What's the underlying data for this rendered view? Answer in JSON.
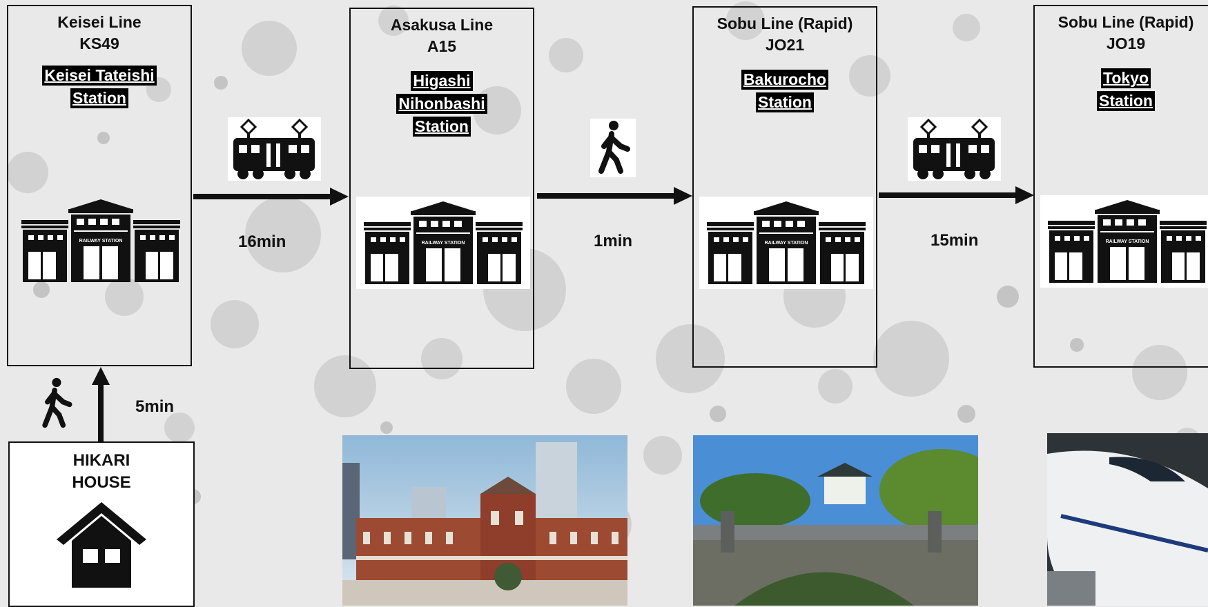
{
  "origin": {
    "name_line1": "HIKARI",
    "name_line2": "HOUSE",
    "walk_time": "5min"
  },
  "stations": [
    {
      "line_name": "Keisei Line",
      "code": "KS49",
      "station_lines": [
        "Keisei Tateishi",
        "Station"
      ],
      "building_label": "RAILWAY STATION"
    },
    {
      "line_name": "Asakusa Line",
      "code": "A15",
      "station_lines": [
        "Higashi",
        "Nihonbashi",
        "Station"
      ],
      "building_label": "RAILWAY STATION"
    },
    {
      "line_name": "Sobu Line (Rapid)",
      "code": "JO21",
      "station_lines": [
        "Bakurocho",
        "Station"
      ],
      "building_label": "RAILWAY STATION"
    },
    {
      "line_name": "Sobu Line (Rapid)",
      "code": "JO19",
      "station_lines": [
        "Tokyo",
        "Station"
      ],
      "building_label": "RAILWAY STATION"
    }
  ],
  "legs": [
    {
      "mode": "train-icon",
      "duration": "16min"
    },
    {
      "mode": "walking-icon",
      "duration": "1min"
    },
    {
      "mode": "train-icon",
      "duration": "15min"
    }
  ],
  "photos": [
    "tokyo-station-building",
    "imperial-palace-bridge",
    "shinkansen-train"
  ],
  "colors": {
    "panel_border": "#111111",
    "label_bg": "#000000",
    "label_text": "#ffffff",
    "background": "#e9e9e9"
  }
}
